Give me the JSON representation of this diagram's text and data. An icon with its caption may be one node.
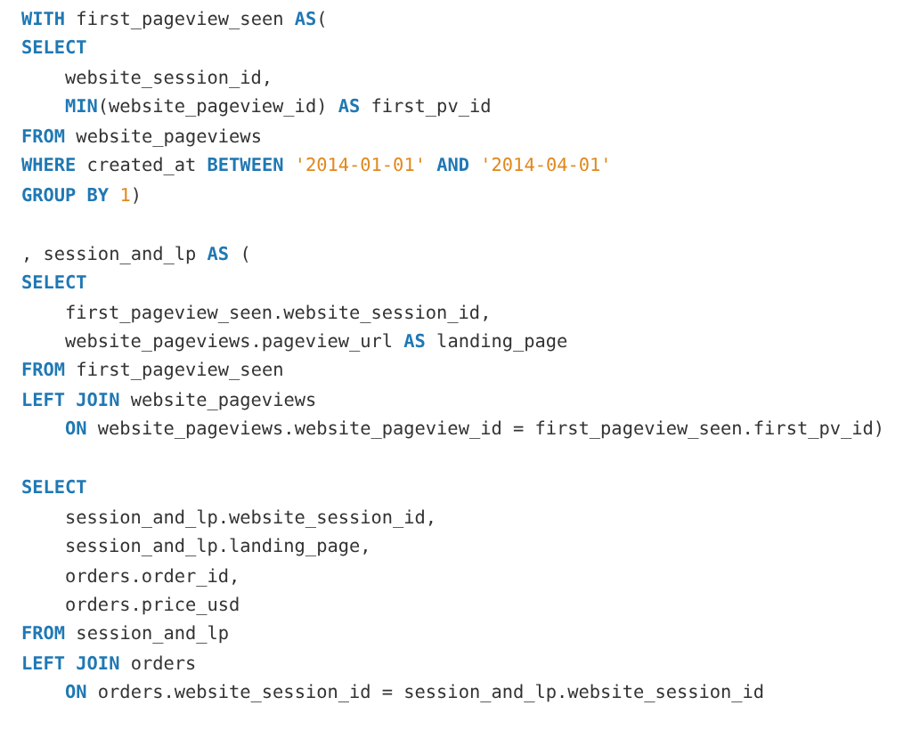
{
  "diagram": {
    "labels": [
      "**WITH** first_pageview_seen **AS**(",
      "**SELECT**",
      "website_session_id,",
      "**MIN**(website_pageview_id) **AS** first_pv_id",
      "**FROM** website_pageviews",
      "**WHERE** created_at **BETWEEN** '2014-01-01' **AND** '2014-04-01'",
      "**GROUP BY** 1)",
      ", session_and_lp **AS** (",
      "**SELECT**",
      "first_pageview_seen.website_session_id,",
      "website_pageviews.pageview_url **AS** landing_page",
      "**FROM** first_pageview_seen",
      "**LEFT JOIN** website_pageviews",
      "**ON** website_pageviews.website_pageview_id = first_pageview_seen.first_pv_id)",
      "**SELECT**",
      "session_and_lp.website_session_id,",
      "session_and_lp.landing_page,",
      "orders.order_id,",
      "orders.price_usd",
      "**FROM** session_and_lp",
      "**LEFT JOIN** orders",
      "**ON** orders.website_session_id = session_and_lp.website_session_id"
    ]
  }
}
